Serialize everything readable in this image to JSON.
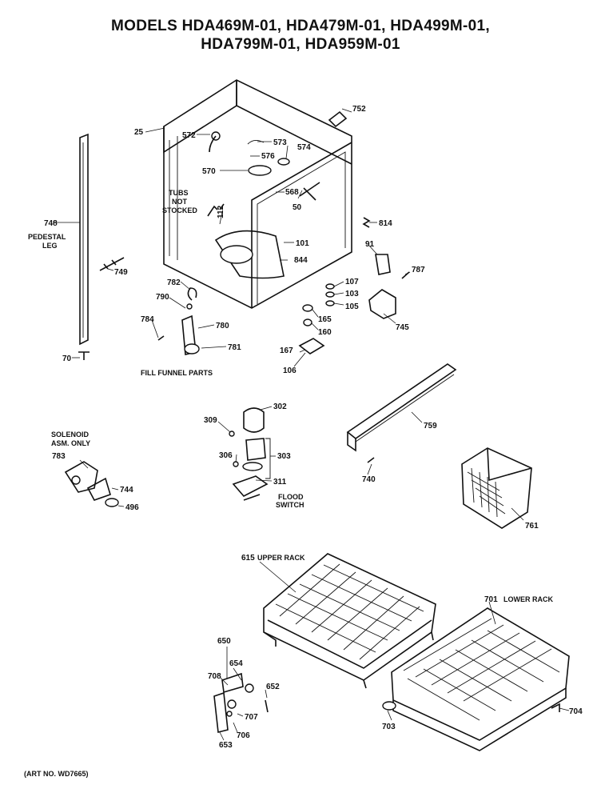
{
  "title": {
    "line1": "MODELS HDA469M-01, HDA479M-01, HDA499M-01,",
    "line2": "HDA799M-01, HDA959M-01"
  },
  "parts": {
    "p25": "25",
    "p572": "572",
    "p573": "573",
    "p574": "574",
    "p576": "576",
    "p570": "570",
    "p752": "752",
    "p568": "568",
    "p50": "50",
    "p112": "112",
    "p814": "814",
    "p91": "91",
    "p787": "787",
    "p101": "101",
    "p844": "844",
    "p107": "107",
    "p103": "103",
    "p105": "105",
    "p165": "165",
    "p160": "160",
    "p745": "745",
    "p167": "167",
    "p106": "106",
    "p748": "748",
    "p749": "749",
    "p70": "70",
    "p782": "782",
    "p790": "790",
    "p784": "784",
    "p780": "780",
    "p781": "781",
    "p302": "302",
    "p309": "309",
    "p306": "306",
    "p303": "303",
    "p311": "311",
    "p759": "759",
    "p740": "740",
    "p783": "783",
    "p744": "744",
    "p496": "496",
    "p761": "761",
    "p615": "615",
    "p701": "701",
    "p650": "650",
    "p654": "654",
    "p708": "708",
    "p652": "652",
    "p707": "707",
    "p706": "706",
    "p653": "653",
    "p703": "703",
    "p704": "704"
  },
  "captions": {
    "tubs1": "TUBS",
    "tubs2": "NOT",
    "tubs3": "STOCKED",
    "pedestal1": "PEDESTAL",
    "pedestal2": "LEG",
    "fill_funnel": "FILL FUNNEL PARTS",
    "solenoid1": "SOLENOID",
    "solenoid2": "ASM. ONLY",
    "flood1": "FLOOD",
    "flood2": "SWITCH",
    "upper_rack": "UPPER RACK",
    "lower_rack": "LOWER RACK"
  },
  "footer": "(ART NO. WD7665)"
}
